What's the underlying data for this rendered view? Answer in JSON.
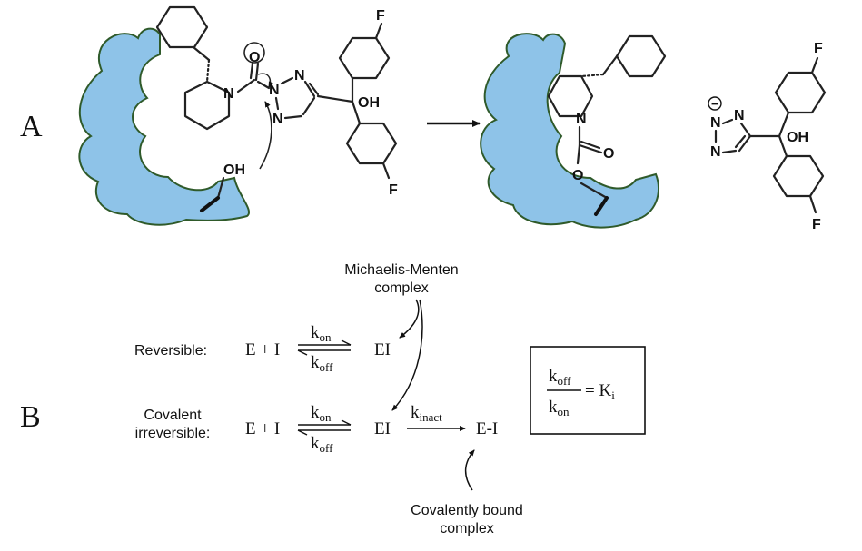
{
  "panels": {
    "a": "A",
    "b": "B"
  },
  "left_molecule": {
    "atoms": {
      "n_pip": "N",
      "o_carbonyl": "O",
      "n1": "N",
      "n2": "N",
      "n3": "N",
      "oh": "OH",
      "f_top": "F",
      "f_bottom": "F"
    },
    "nucleophile": "OH"
  },
  "right_molecule": {
    "atoms": {
      "n_pip": "N",
      "o_carbonyl": "O",
      "o_ester": "O"
    }
  },
  "leaving_group": {
    "atoms": {
      "n1": "N",
      "n2": "N",
      "n3": "N",
      "oh": "OH",
      "f_top": "F",
      "f_bottom": "F"
    },
    "charge": "−"
  },
  "scheme": {
    "reversible_label": "Reversible:",
    "covalent_label_1": "Covalent",
    "covalent_label_2": "irreversible:",
    "reactants": "E + I",
    "complex": "EI",
    "product": "E-I",
    "k": "k",
    "on": "on",
    "off": "off",
    "inact": "inact",
    "mm_line1": "Michaelis-Menten",
    "mm_line2": "complex",
    "cb_line1": "Covalently bound",
    "cb_line2": "complex",
    "ki_equals": "= K",
    "ki_sub": "i"
  },
  "colors": {
    "pocket_fill": "#8ec3e8",
    "pocket_outline": "#2f5a2a",
    "ink": "#111111"
  }
}
